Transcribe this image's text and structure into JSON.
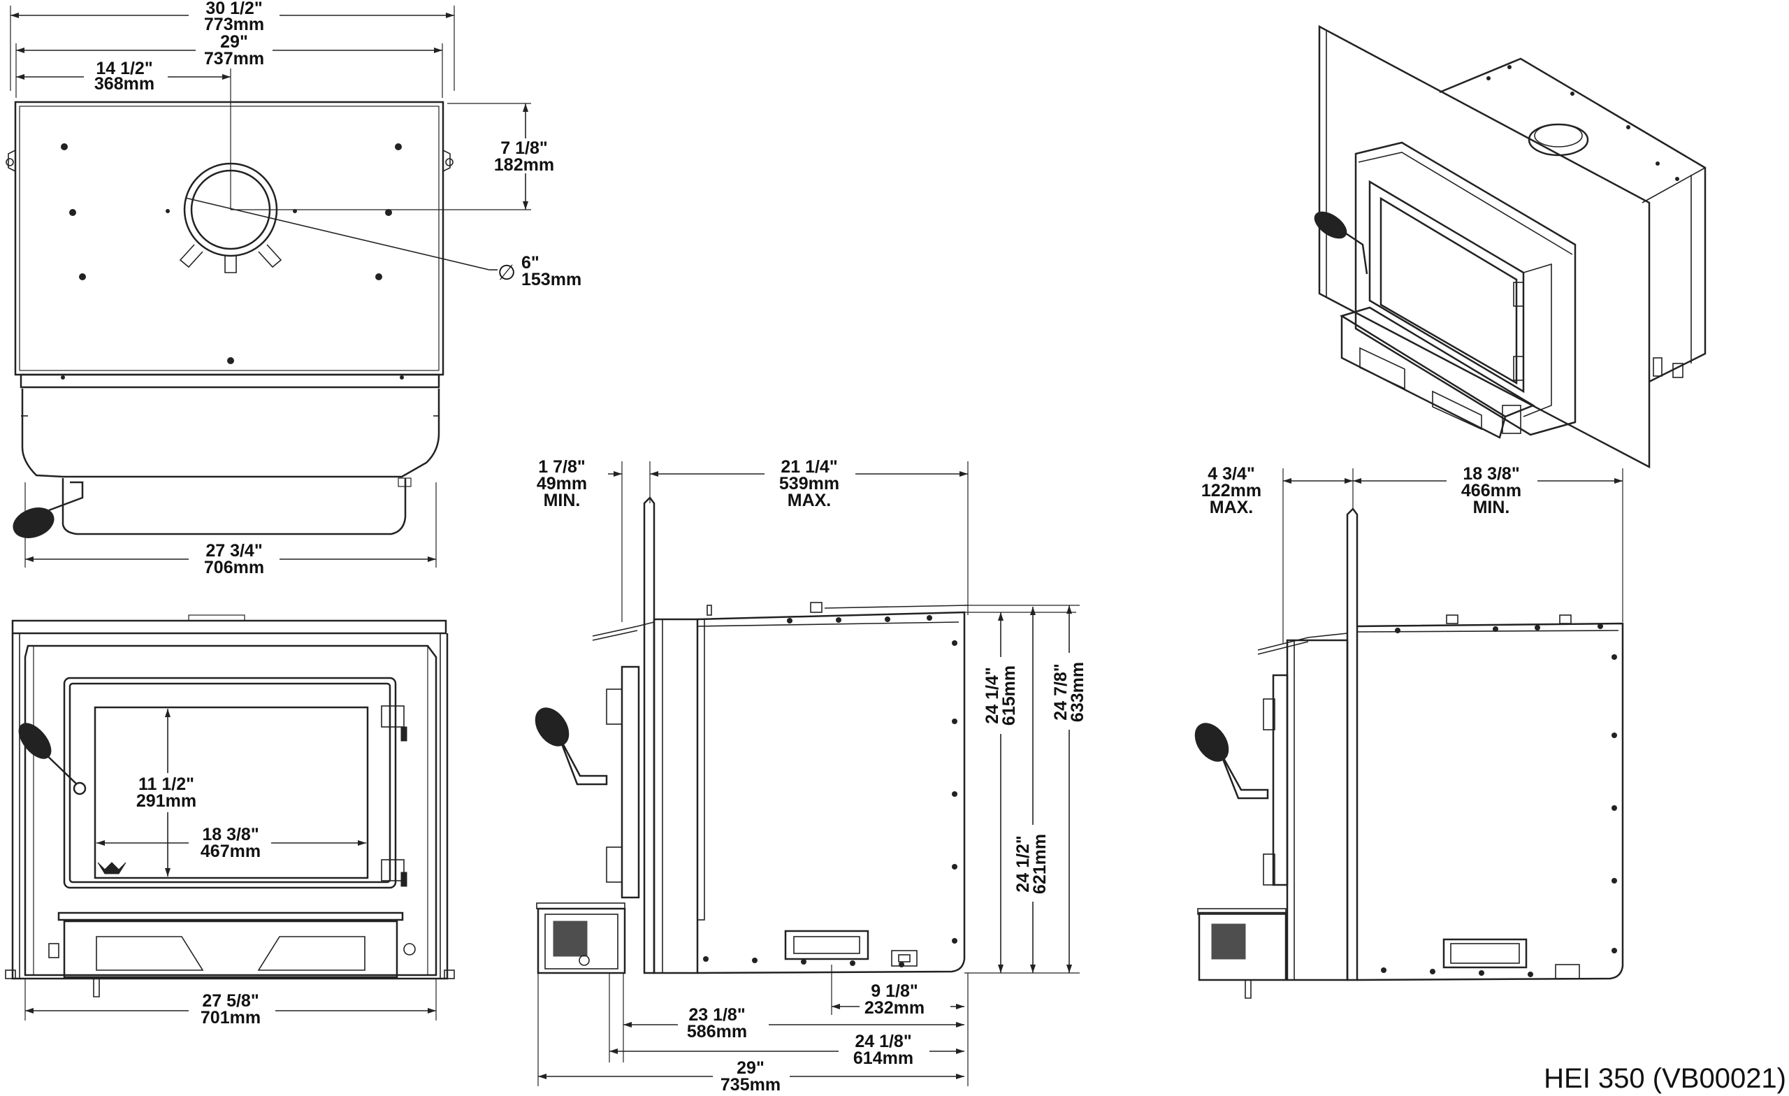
{
  "title": "HEI 350 (VB00021)",
  "top_view": {
    "overall_width": {
      "imp": "30  1/2\"",
      "mm": "773mm"
    },
    "body_width": {
      "imp": "29\"",
      "mm": "737mm"
    },
    "flue_offset": {
      "imp": "14  1/2\"",
      "mm": "368mm"
    },
    "flue_depth": {
      "imp": "7  1/8\"",
      "mm": "182mm"
    },
    "flue_diameter_symbol": "∅",
    "flue_diameter": {
      "imp": "6\"",
      "mm": "153mm"
    },
    "bottom_width": {
      "imp": "27  3/4\"",
      "mm": "706mm"
    }
  },
  "front_view": {
    "glass_height": {
      "imp": "11  1/2\"",
      "mm": "291mm"
    },
    "glass_width": {
      "imp": "18  3/8\"",
      "mm": "467mm"
    },
    "overall_width": {
      "imp": "27  5/8\"",
      "mm": "701mm"
    }
  },
  "side_view": {
    "surround_min": {
      "imp": "1  7/8\"",
      "mm": "49mm",
      "note": "MIN."
    },
    "insert_depth_max": {
      "imp": "21  1/4\"",
      "mm": "539mm",
      "note": "MAX."
    },
    "height_body": {
      "imp": "24  1/4\"",
      "mm": "615mm"
    },
    "height_overall": {
      "imp": "24  7/8\"",
      "mm": "633mm"
    },
    "height_lower": {
      "imp": "24  1/2\"",
      "mm": "621mm"
    },
    "vent_offset": {
      "imp": "9  1/8\"",
      "mm": "232mm"
    },
    "depth_a": {
      "imp": "23  1/8\"",
      "mm": "586mm"
    },
    "depth_b": {
      "imp": "24  1/8\"",
      "mm": "614mm"
    },
    "depth_total": {
      "imp": "29\"",
      "mm": "735mm"
    }
  },
  "side_view_2": {
    "surround_max": {
      "imp": "4  3/4\"",
      "mm": "122mm",
      "note": "MAX."
    },
    "insert_depth_min": {
      "imp": "18  3/8\"",
      "mm": "466mm",
      "note": "MIN."
    }
  }
}
